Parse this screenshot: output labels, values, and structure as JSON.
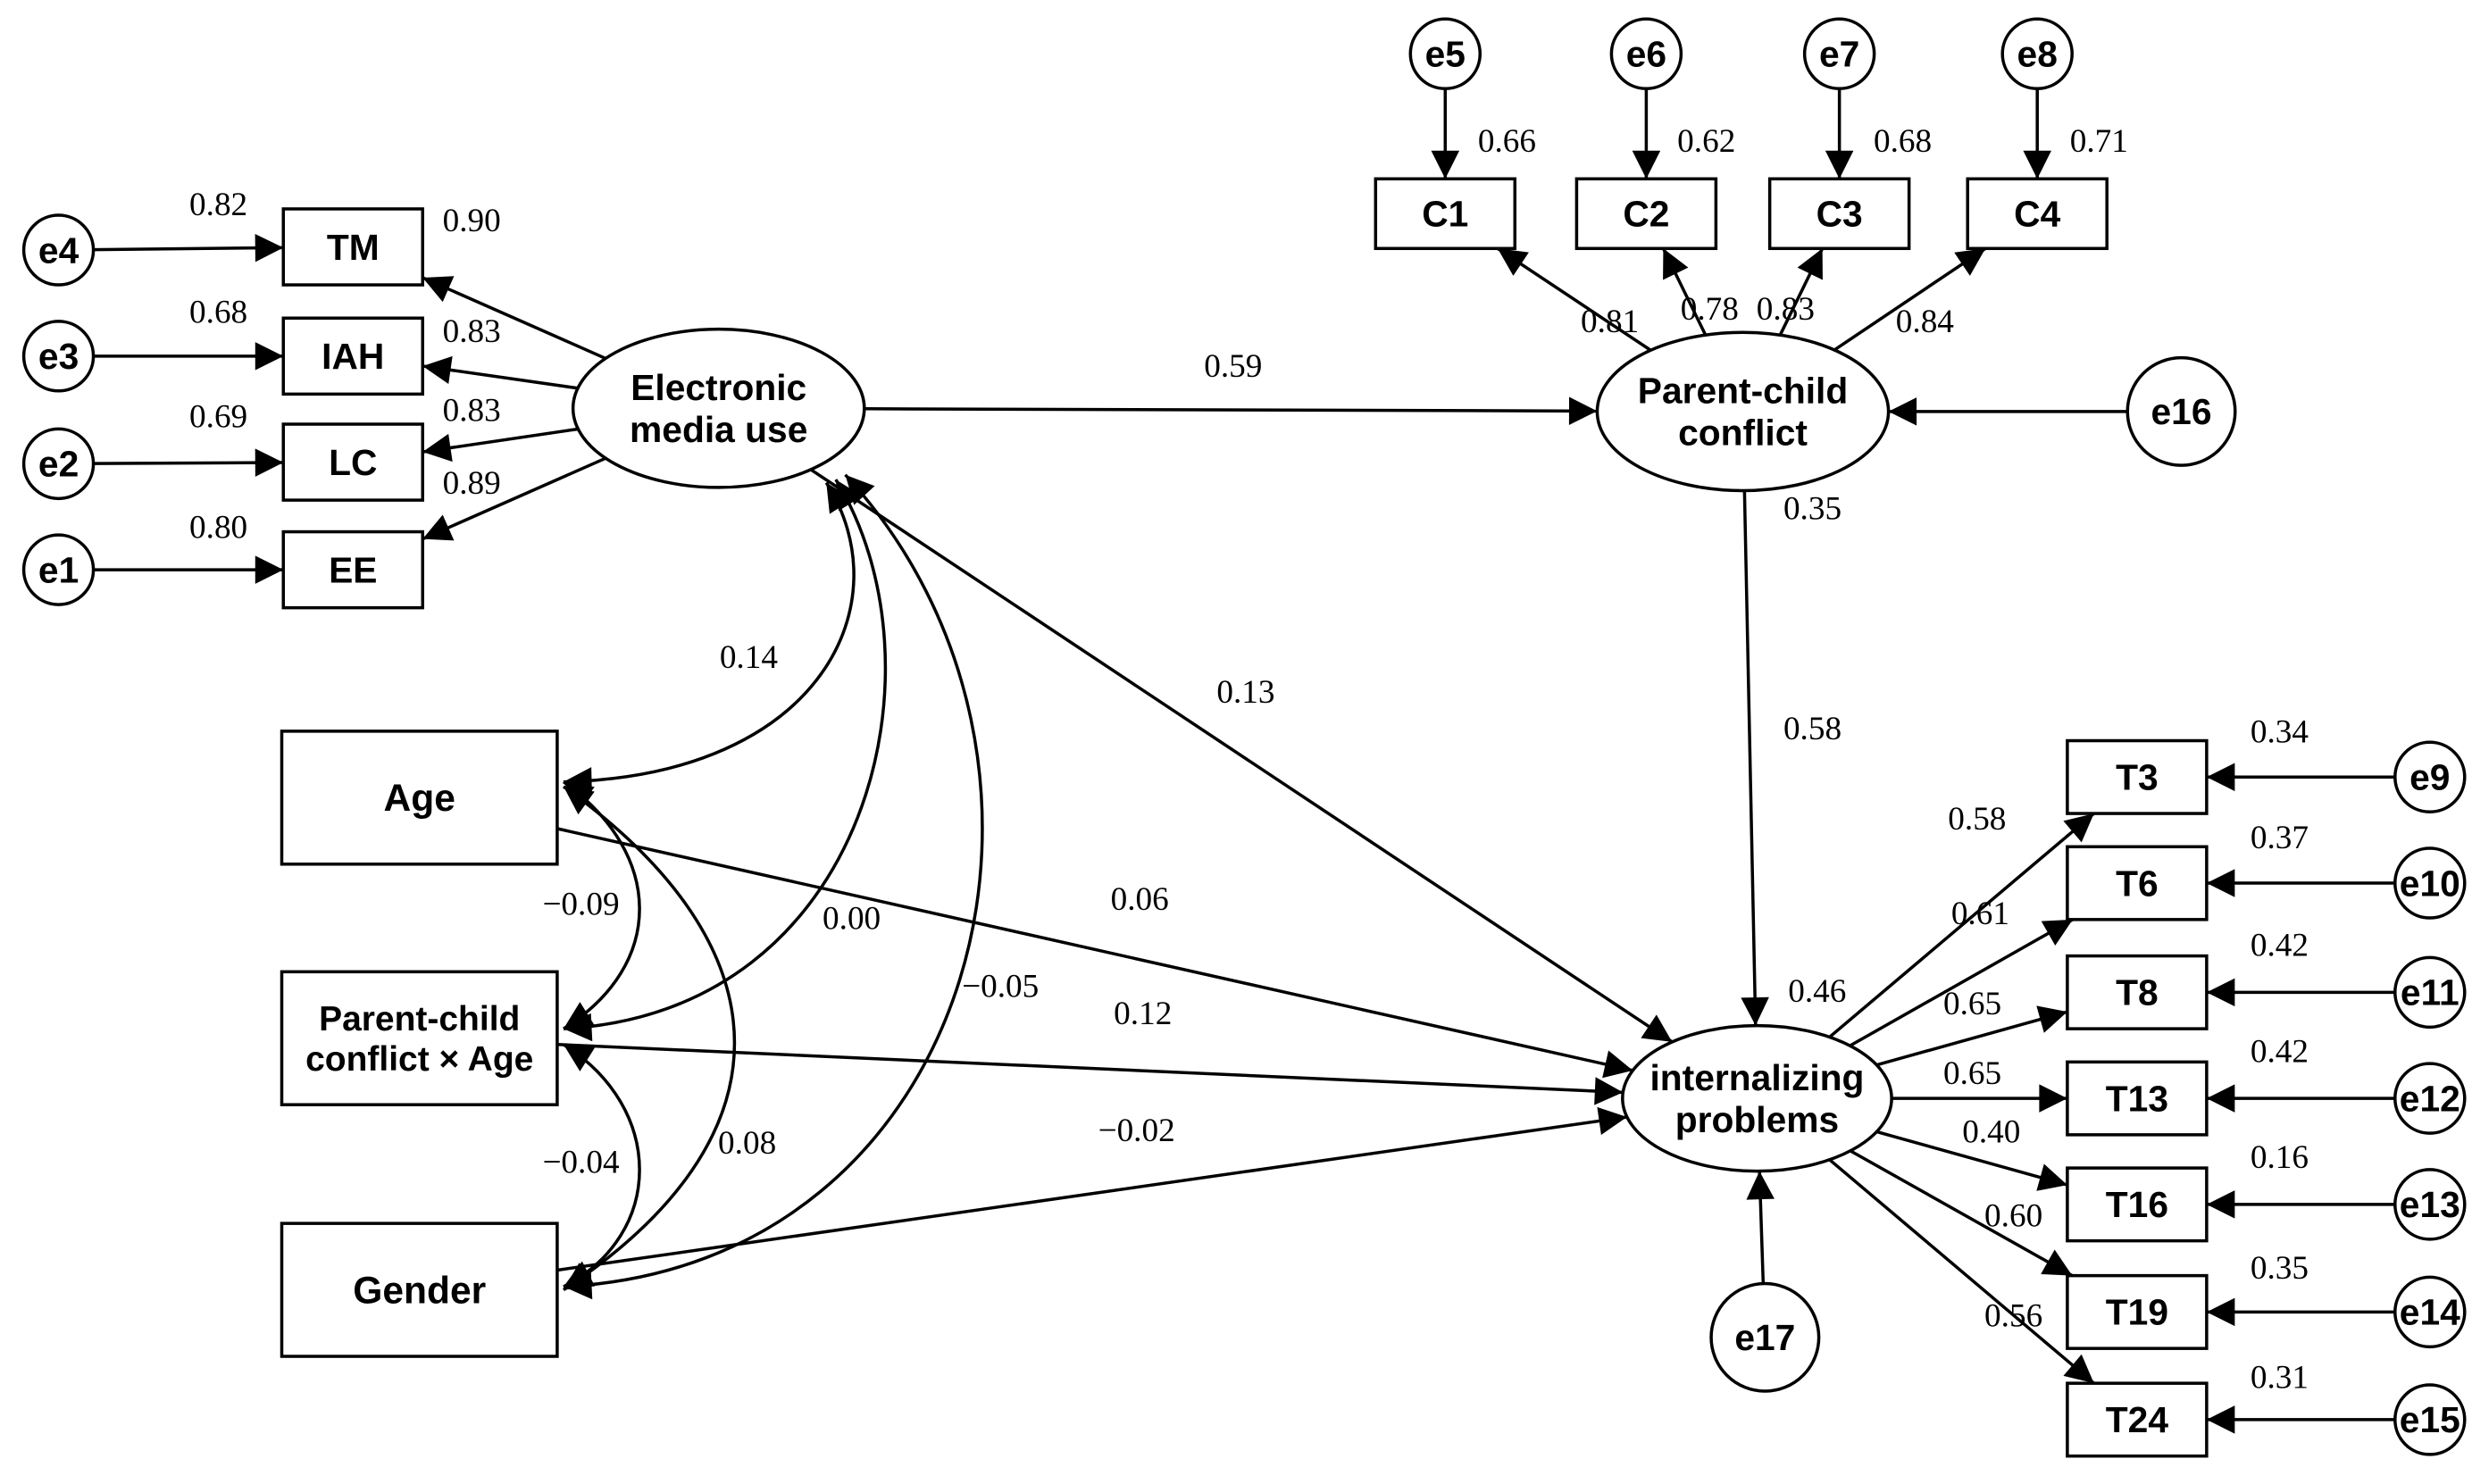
{
  "diagram": {
    "colors": {
      "stroke": "#000000",
      "background": "#ffffff"
    },
    "nodes": [
      {
        "id": "e4",
        "label": "e4",
        "shape": "circle"
      },
      {
        "id": "e3",
        "label": "e3",
        "shape": "circle"
      },
      {
        "id": "e2",
        "label": "e2",
        "shape": "circle"
      },
      {
        "id": "e1",
        "label": "e1",
        "shape": "circle"
      },
      {
        "id": "TM",
        "label": "TM",
        "shape": "rect"
      },
      {
        "id": "IAH",
        "label": "IAH",
        "shape": "rect"
      },
      {
        "id": "LC",
        "label": "LC",
        "shape": "rect"
      },
      {
        "id": "EE",
        "label": "EE",
        "shape": "rect"
      },
      {
        "id": "EMU",
        "label": [
          "Electronic",
          "media use"
        ],
        "shape": "ellipse"
      },
      {
        "id": "e5",
        "label": "e5",
        "shape": "circle"
      },
      {
        "id": "e6",
        "label": "e6",
        "shape": "circle"
      },
      {
        "id": "e7",
        "label": "e7",
        "shape": "circle"
      },
      {
        "id": "e8",
        "label": "e8",
        "shape": "circle"
      },
      {
        "id": "C1",
        "label": "C1",
        "shape": "rect"
      },
      {
        "id": "C2",
        "label": "C2",
        "shape": "rect"
      },
      {
        "id": "C3",
        "label": "C3",
        "shape": "rect"
      },
      {
        "id": "C4",
        "label": "C4",
        "shape": "rect"
      },
      {
        "id": "PCC",
        "label": [
          "Parent-child",
          "conflict"
        ],
        "shape": "ellipse"
      },
      {
        "id": "e16",
        "label": "e16",
        "shape": "circle"
      },
      {
        "id": "Age",
        "label": "Age",
        "shape": "rect"
      },
      {
        "id": "PCCxAge",
        "label": [
          "Parent-child",
          "conflict × Age"
        ],
        "shape": "rect"
      },
      {
        "id": "Gender",
        "label": "Gender",
        "shape": "rect"
      },
      {
        "id": "INT",
        "label": [
          "internalizing",
          "problems"
        ],
        "shape": "ellipse"
      },
      {
        "id": "e17",
        "label": "e17",
        "shape": "circle"
      },
      {
        "id": "T3",
        "label": "T3",
        "shape": "rect"
      },
      {
        "id": "T6",
        "label": "T6",
        "shape": "rect"
      },
      {
        "id": "T8",
        "label": "T8",
        "shape": "rect"
      },
      {
        "id": "T13",
        "label": "T13",
        "shape": "rect"
      },
      {
        "id": "T16",
        "label": "T16",
        "shape": "rect"
      },
      {
        "id": "T19",
        "label": "T19",
        "shape": "rect"
      },
      {
        "id": "T24",
        "label": "T24",
        "shape": "rect"
      },
      {
        "id": "e9",
        "label": "e9",
        "shape": "circle"
      },
      {
        "id": "e10",
        "label": "e10",
        "shape": "circle"
      },
      {
        "id": "e11",
        "label": "e11",
        "shape": "circle"
      },
      {
        "id": "e12",
        "label": "e12",
        "shape": "circle"
      },
      {
        "id": "e13",
        "label": "e13",
        "shape": "circle"
      },
      {
        "id": "e14",
        "label": "e14",
        "shape": "circle"
      },
      {
        "id": "e15",
        "label": "e15",
        "shape": "circle"
      }
    ],
    "edges": [
      {
        "from": "e4",
        "to": "TM",
        "type": "path"
      },
      {
        "from": "e3",
        "to": "IAH",
        "type": "path"
      },
      {
        "from": "e2",
        "to": "LC",
        "type": "path"
      },
      {
        "from": "e1",
        "to": "EE",
        "type": "path"
      },
      {
        "from": "EMU",
        "to": "TM",
        "type": "path"
      },
      {
        "from": "EMU",
        "to": "IAH",
        "type": "path"
      },
      {
        "from": "EMU",
        "to": "LC",
        "type": "path"
      },
      {
        "from": "EMU",
        "to": "EE",
        "type": "path"
      },
      {
        "from": "e5",
        "to": "C1",
        "type": "path"
      },
      {
        "from": "e6",
        "to": "C2",
        "type": "path"
      },
      {
        "from": "e7",
        "to": "C3",
        "type": "path"
      },
      {
        "from": "e8",
        "to": "C4",
        "type": "path"
      },
      {
        "from": "PCC",
        "to": "C1",
        "type": "path"
      },
      {
        "from": "PCC",
        "to": "C2",
        "type": "path"
      },
      {
        "from": "PCC",
        "to": "C3",
        "type": "path"
      },
      {
        "from": "PCC",
        "to": "C4",
        "type": "path"
      },
      {
        "from": "EMU",
        "to": "PCC",
        "type": "path"
      },
      {
        "from": "e16",
        "to": "PCC",
        "type": "path"
      },
      {
        "from": "PCC",
        "to": "INT",
        "type": "path"
      },
      {
        "from": "EMU",
        "to": "INT",
        "type": "path"
      },
      {
        "from": "Age",
        "to": "INT",
        "type": "path"
      },
      {
        "from": "PCCxAge",
        "to": "INT",
        "type": "path"
      },
      {
        "from": "Gender",
        "to": "INT",
        "type": "path"
      },
      {
        "from": "e17",
        "to": "INT",
        "type": "path"
      },
      {
        "from": "INT",
        "to": "T3",
        "type": "path"
      },
      {
        "from": "INT",
        "to": "T6",
        "type": "path"
      },
      {
        "from": "INT",
        "to": "T8",
        "type": "path"
      },
      {
        "from": "INT",
        "to": "T13",
        "type": "path"
      },
      {
        "from": "INT",
        "to": "T16",
        "type": "path"
      },
      {
        "from": "INT",
        "to": "T19",
        "type": "path"
      },
      {
        "from": "INT",
        "to": "T24",
        "type": "path"
      },
      {
        "from": "e9",
        "to": "T3",
        "type": "path"
      },
      {
        "from": "e10",
        "to": "T6",
        "type": "path"
      },
      {
        "from": "e11",
        "to": "T8",
        "type": "path"
      },
      {
        "from": "e12",
        "to": "T13",
        "type": "path"
      },
      {
        "from": "e13",
        "to": "T16",
        "type": "path"
      },
      {
        "from": "e14",
        "to": "T19",
        "type": "path"
      },
      {
        "from": "e15",
        "to": "T24",
        "type": "path"
      },
      {
        "from": "EMU",
        "to": "Age",
        "type": "covariance"
      },
      {
        "from": "EMU",
        "to": "PCCxAge",
        "type": "covariance"
      },
      {
        "from": "EMU",
        "to": "Gender",
        "type": "covariance"
      },
      {
        "from": "Age",
        "to": "PCCxAge",
        "type": "covariance"
      },
      {
        "from": "PCCxAge",
        "to": "Gender",
        "type": "covariance"
      },
      {
        "from": "Age",
        "to": "Gender",
        "type": "covariance"
      }
    ],
    "coefficients": [
      {
        "id": "e4-TM",
        "text": "0.82"
      },
      {
        "id": "e3-IAH",
        "text": "0.68"
      },
      {
        "id": "e2-LC",
        "text": "0.69"
      },
      {
        "id": "e1-EE",
        "text": "0.80"
      },
      {
        "id": "EMU-TM",
        "text": "0.90"
      },
      {
        "id": "EMU-IAH",
        "text": "0.83"
      },
      {
        "id": "EMU-LC",
        "text": "0.83"
      },
      {
        "id": "EMU-EE",
        "text": "0.89"
      },
      {
        "id": "e5-C1",
        "text": "0.66"
      },
      {
        "id": "e6-C2",
        "text": "0.62"
      },
      {
        "id": "e7-C3",
        "text": "0.68"
      },
      {
        "id": "e8-C4",
        "text": "0.71"
      },
      {
        "id": "PCC-C1",
        "text": "0.81"
      },
      {
        "id": "PCC-C2",
        "text": "0.78"
      },
      {
        "id": "PCC-C3",
        "text": "0.83"
      },
      {
        "id": "PCC-C4",
        "text": "0.84"
      },
      {
        "id": "EMU-PCC",
        "text": "0.59"
      },
      {
        "id": "PCC-r2",
        "text": "0.35"
      },
      {
        "id": "PCC-INT",
        "text": "0.58"
      },
      {
        "id": "EMU-INT",
        "text": "0.13"
      },
      {
        "id": "INT-r2",
        "text": "0.46"
      },
      {
        "id": "EMU~Age",
        "text": "0.14"
      },
      {
        "id": "EMU~PCCxAge",
        "text": "0.00"
      },
      {
        "id": "EMU~Gender",
        "text": "−0.05"
      },
      {
        "id": "Age~PCCxAge",
        "text": "−0.09"
      },
      {
        "id": "PCCxAge~Gender",
        "text": "−0.04"
      },
      {
        "id": "Age~Gender",
        "text": "0.08"
      },
      {
        "id": "Age-INT",
        "text": "0.06"
      },
      {
        "id": "PCCxAge-INT",
        "text": "0.12"
      },
      {
        "id": "Gender-INT",
        "text": "−0.02"
      },
      {
        "id": "INT-T3",
        "text": "0.58"
      },
      {
        "id": "INT-T6",
        "text": "0.61"
      },
      {
        "id": "INT-T8",
        "text": "0.65"
      },
      {
        "id": "INT-T13",
        "text": "0.65"
      },
      {
        "id": "INT-T16",
        "text": "0.40"
      },
      {
        "id": "INT-T19",
        "text": "0.60"
      },
      {
        "id": "INT-T24",
        "text": "0.56"
      },
      {
        "id": "e9-T3",
        "text": "0.34"
      },
      {
        "id": "e10-T6",
        "text": "0.37"
      },
      {
        "id": "e11-T8",
        "text": "0.42"
      },
      {
        "id": "e12-T13",
        "text": "0.42"
      },
      {
        "id": "e13-T16",
        "text": "0.16"
      },
      {
        "id": "e14-T19",
        "text": "0.35"
      },
      {
        "id": "e15-T24",
        "text": "0.31"
      }
    ]
  }
}
